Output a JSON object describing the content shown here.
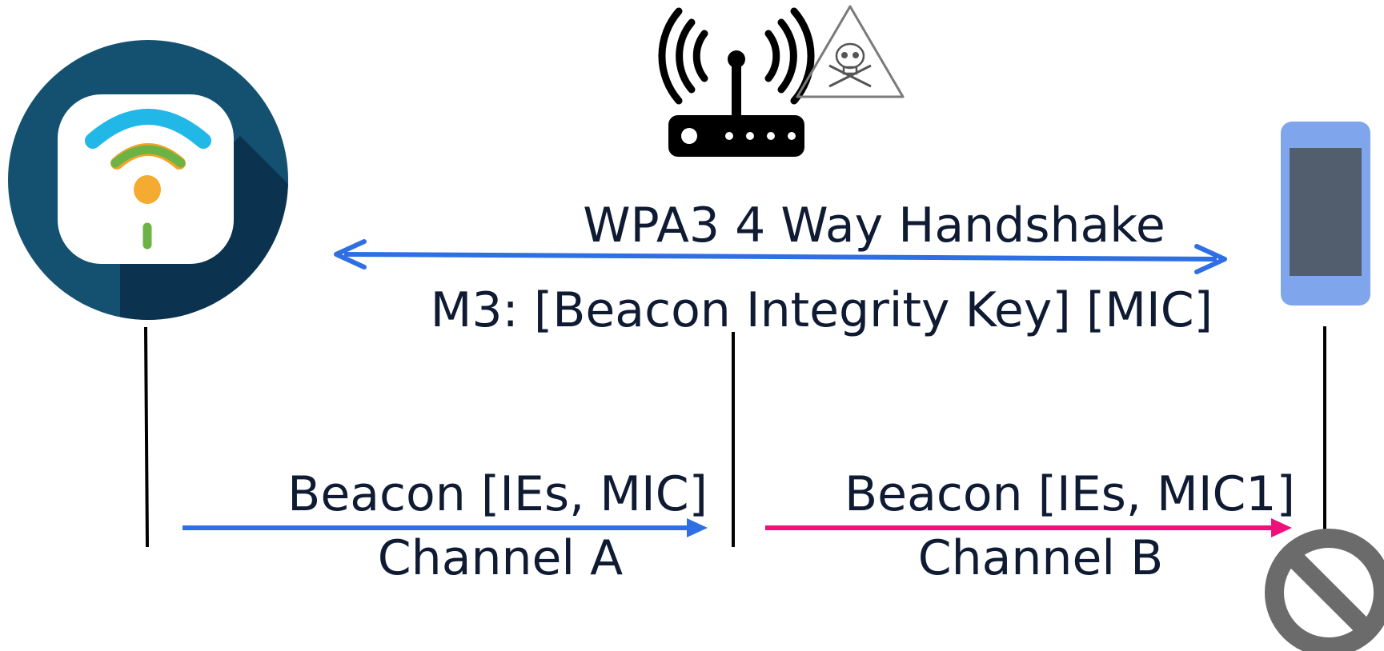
{
  "handshake": {
    "title": "WPA3 4 Way Handshake",
    "m3": "M3: [Beacon Integrity Key] [MIC]"
  },
  "beacon_a": {
    "label": "Beacon [IEs, MIC]",
    "channel": "Channel A"
  },
  "beacon_b": {
    "label": "Beacon [IEs, MIC1]",
    "channel": "Channel B"
  },
  "colors": {
    "legit_arrow": "#2f6fe4",
    "forged_arrow": "#f0107a",
    "text": "#0f1b33",
    "ap_circle": "#14506f",
    "phone_body": "#7fa6ec",
    "phone_screen": "#525d6e",
    "blocked": "#6b6b6b"
  },
  "icons": {
    "legit_ap": "wifi-access-point-icon",
    "rogue_ap": "router-icon",
    "warning": "skull-warning-icon",
    "client": "smartphone-icon",
    "blocked": "prohibited-icon"
  }
}
